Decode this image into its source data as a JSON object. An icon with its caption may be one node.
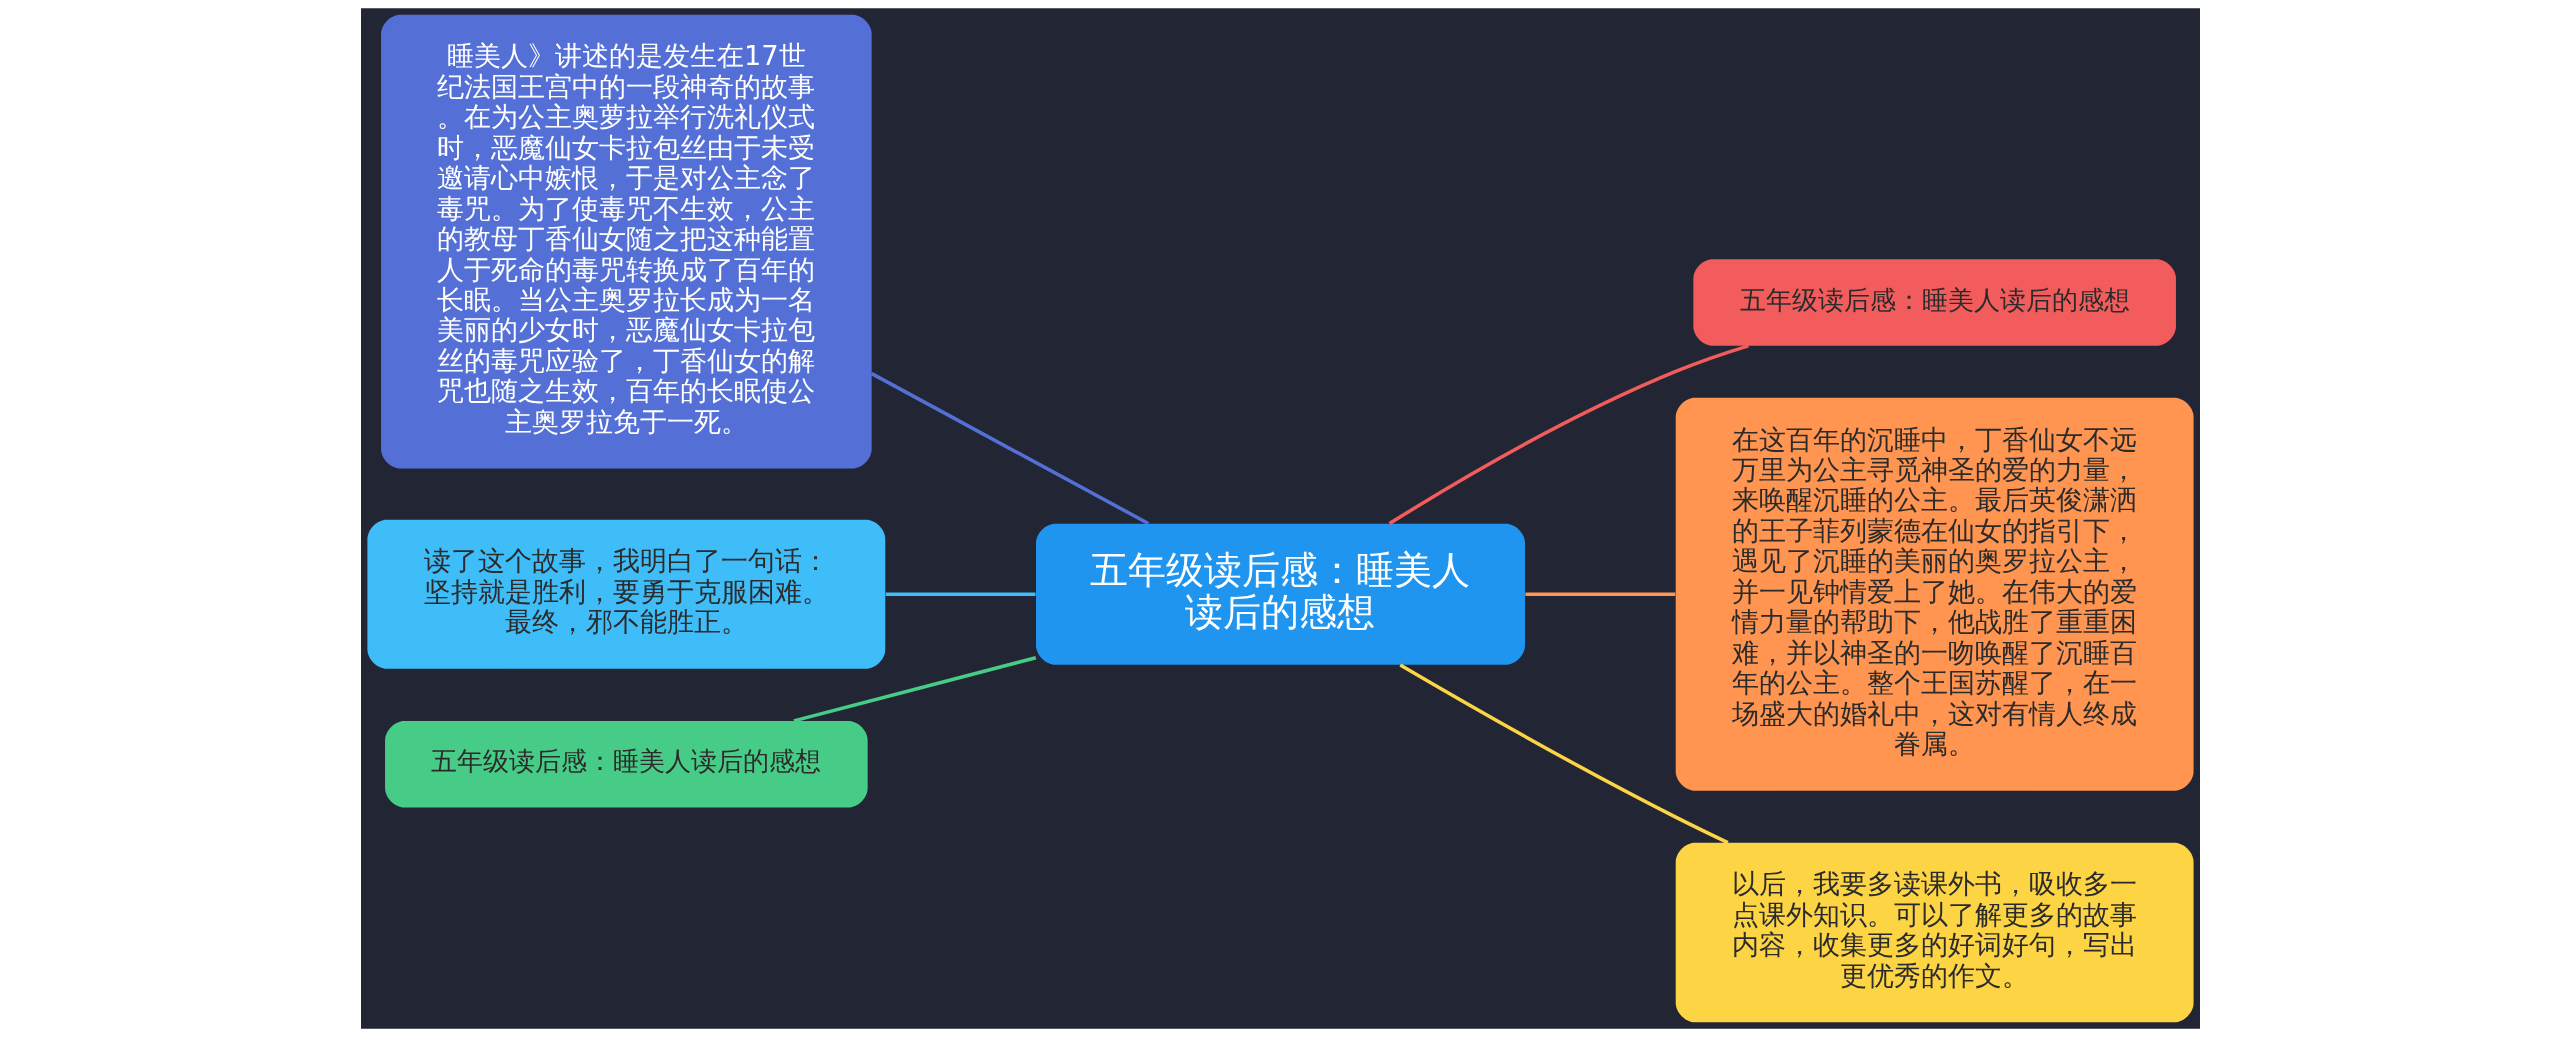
{
  "diagram": {
    "nodes": [
      {
        "text": [
          "五年级读后感：睡美人读后的感想"
        ]
      },
      {
        "text": [
          "睡美人》讲述的是发生在17世纪法国王宫中的一段神奇的故事。在为公主奥萝拉举行洗礼仪式时，恶魔仙女卡拉包丝由于未受邀请心中嫉恨，于是对公主念了毒咒。为了使毒咒不生效，公主的教母丁香仙女随之把这种能置人于死命的毒咒转换成了百年的长眠。当公主奥罗拉长成为一名美丽的少女时，恶魔仙女卡拉包丝的毒咒应验了，丁香仙女的解咒也随之生效，百年的长眠使公主奥罗拉免于一死。"
        ]
      },
      {
        "text": [
          "五年级读后感：睡美人读后的感想"
        ]
      },
      {
        "text": [
          "在这百年的沉睡中，丁香仙女不远万里为公主寻觅神圣的爱的力量，来唤醒沉睡的公主。最后英俊潇洒的王子菲列蒙德在仙女的指引下，遇见了沉睡的美丽的奥罗拉公主，并一见钟情爱上了她。在伟大的爱情力量的帮助下，他战胜了重重困难，并以神圣的一吻唤醒了沉睡百年的公主。整个王国苏醒了，在一场盛大的婚礼中，这对有情人终成眷属。"
        ]
      },
      {
        "text": [
          "读了这个故事，我明白了一句话：坚持就是胜利，要勇于克服困难。最终，邪不能胜正。"
        ]
      },
      {
        "text": [
          "以后，我要多读课外书，吸收多一点课外知识。可以了解更多的故事内容，收集更多的好词好句，写出更优秀的作文。"
        ]
      },
      {
        "text": [
          "五年级读后感：睡美人读后的感想"
        ]
      }
    ],
    "edges": [
      {
        "from": 1,
        "to": 0,
        "arrow": "none",
        "color": "#5470d6"
      },
      {
        "from": 0,
        "to": 2,
        "arrow": "none",
        "color": "#f25c5c"
      },
      {
        "from": 0,
        "to": 3,
        "arrow": "none",
        "color": "#ff9550"
      },
      {
        "from": 4,
        "to": 0,
        "arrow": "none",
        "color": "#3fbdf8"
      },
      {
        "from": 0,
        "to": 5,
        "arrow": "none",
        "color": "#fcd444"
      },
      {
        "from": 6,
        "to": 0,
        "arrow": "none",
        "color": "#47cc87"
      }
    ]
  }
}
